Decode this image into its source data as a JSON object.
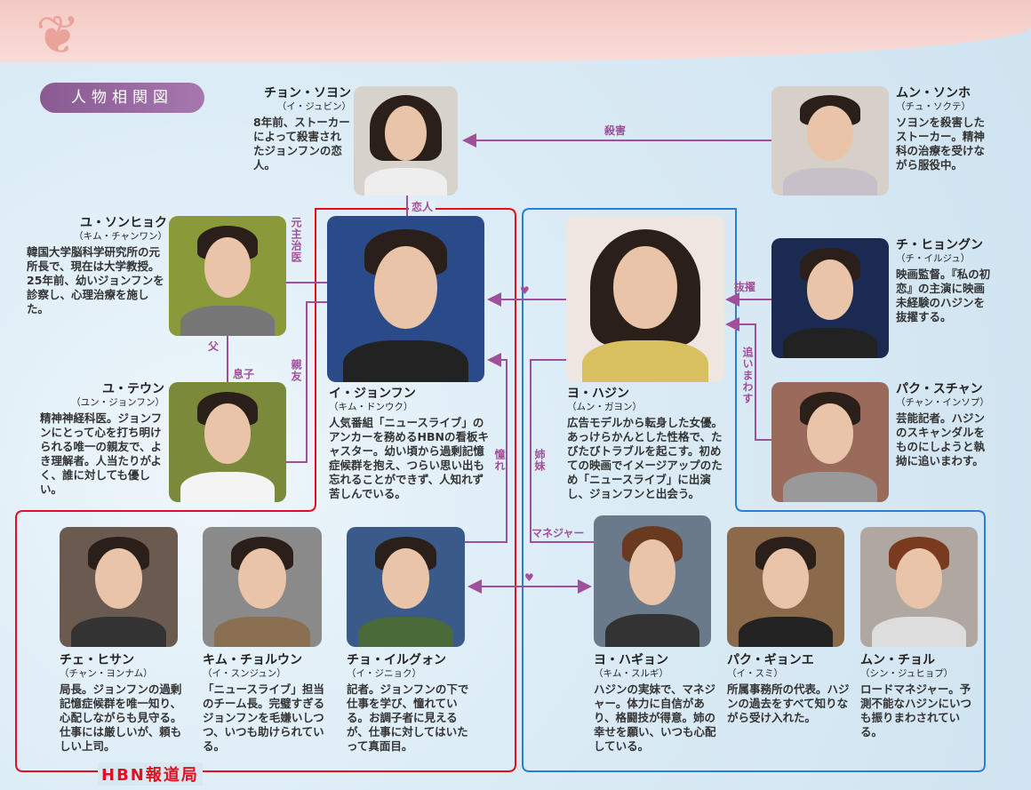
{
  "title": "人物相関図",
  "group_label": "HBN報道局",
  "colors": {
    "red": "#e01020",
    "blue": "#2a7fd0",
    "purple": "#a0509a"
  },
  "relations": {
    "murder": "殺害",
    "lover": "恋人",
    "former_doctor": "元主治医",
    "best_friend": "親友",
    "father": "父",
    "son": "息子",
    "heart1": "♥",
    "heart2": "♥",
    "scouted": "抜擢",
    "chase": "追いまわす",
    "admire": "憧れ",
    "sisters": "姉妹",
    "manager": "マネジャー"
  },
  "characters": {
    "soyon": {
      "name": "チョン・ソヨン",
      "actor": "（イ・ジュビン）",
      "desc": "8年前、ストーカーによって殺害されたジョンフンの恋人。"
    },
    "sonho": {
      "name": "ムン・ソンホ",
      "actor": "（チュ・ソクテ）",
      "desc": "ソヨンを殺害したストーカー。精神科の治療を受けながら服役中。"
    },
    "sonhyok": {
      "name": "ユ・ソンヒョク",
      "actor": "（キム・チャンワン）",
      "desc": "韓国大学脳科学研究所の元所長で、現在は大学教授。25年前、幼いジョンフンを診察し、心理治療を施した。"
    },
    "teun": {
      "name": "ユ・テウン",
      "actor": "（ユン・ジョンフン）",
      "desc": "精神神経科医。ジョンフンにとって心を打ち明けられる唯一の親友で、よき理解者。人当たりがよく、誰に対しても優しい。"
    },
    "jonghun": {
      "name": "イ・ジョンフン",
      "actor": "（キム・ドンウク）",
      "desc": "人気番組「ニュースライブ」のアンカーを務めるHBNの看板キャスター。幼い頃から過剰記憶症候群を抱え、つらい思い出も忘れることができず、人知れず苦しんでいる。"
    },
    "hajin": {
      "name": "ヨ・ハジン",
      "actor": "（ムン・ガヨン）",
      "desc": "広告モデルから転身した女優。あっけらかんとした性格で、たびたびトラブルを起こす。初めての映画でイメージアップのため「ニュースライブ」に出演し、ジョンフンと出会う。"
    },
    "hyongun": {
      "name": "チ・ヒョングン",
      "actor": "（チ・イルジュ）",
      "desc": "映画監督。『私の初恋』の主演に映画未経験のハジンを抜擢する。"
    },
    "suchan": {
      "name": "パク・スチャン",
      "actor": "（チャン・インソプ）",
      "desc": "芸能記者。ハジンのスキャンダルをものにしようと執拗に追いまわす。"
    },
    "hisan": {
      "name": "チェ・ヒサン",
      "actor": "（チャン・ヨンナム）",
      "desc": "局長。ジョンフンの過剰記憶症候群を唯一知り、心配しながらも見守る。仕事には厳しいが、頼もしい上司。"
    },
    "cholun": {
      "name": "キム・チョルウン",
      "actor": "（イ・スンジュン）",
      "desc": "「ニュースライブ」担当のチーム長。完璧すぎるジョンフンを毛嫌いしつつ、いつも助けられている。"
    },
    "ilgwon": {
      "name": "チョ・イルグォン",
      "actor": "（イ・ジニョク）",
      "desc": "記者。ジョンフンの下で仕事を学び、憧れている。お調子者に見えるが、仕事に対してはいたって真面目。"
    },
    "hagyon": {
      "name": "ヨ・ハギョン",
      "actor": "（キム・スルギ）",
      "desc": "ハジンの実妹で、マネジャー。体力に自信があり、格闘技が得意。姉の幸せを願い、いつも心配している。"
    },
    "gyone": {
      "name": "パク・ギョンエ",
      "actor": "（イ・スミ）",
      "desc": "所属事務所の代表。ハジンの過去をすべて知りながら受け入れた。"
    },
    "chol": {
      "name": "ムン・チョル",
      "actor": "（シン・ジュヒョプ）",
      "desc": "ロードマネジャー。予測不能なハジンにいつも振りまわされている。"
    }
  }
}
